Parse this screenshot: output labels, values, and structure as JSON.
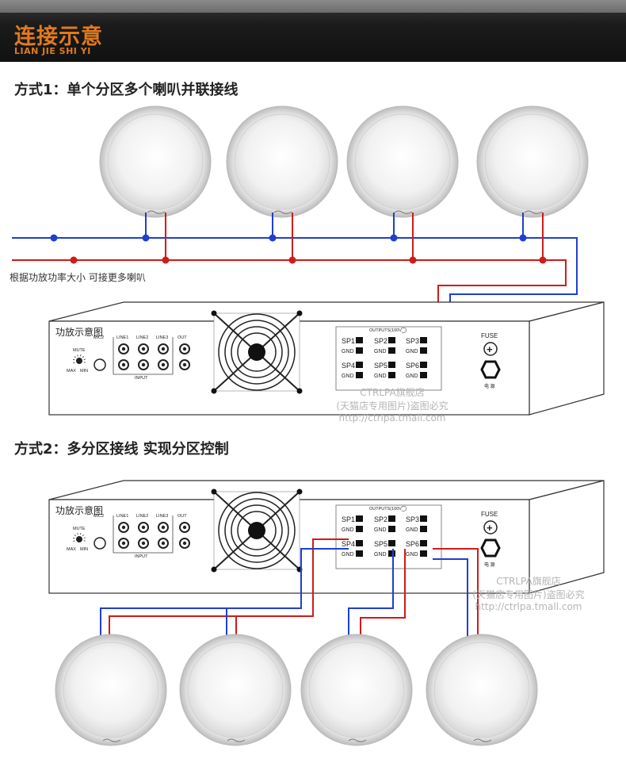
{
  "header": {
    "title_cn": "连接示意",
    "title_en": "LIAN JIE SHI YI"
  },
  "section1": {
    "heading": "方式1：单个分区多个喇叭并联接线",
    "note": "根据功放功率大小 可接更多喇叭"
  },
  "section2": {
    "heading": "方式2：多分区接线 实现分区控制"
  },
  "amp": {
    "label": "功放示意图",
    "mic": "MIC2",
    "lines": [
      "LINE1",
      "LINE2",
      "LINE3",
      "OUT"
    ],
    "input": "INPUT",
    "mute": "MUTE",
    "max": "MAX",
    "min": "MIN",
    "outputs_title": "OUTPUTS(100V⁐)",
    "sp": [
      "SP1",
      "SP2",
      "SP3",
      "SP4",
      "SP5",
      "SP6"
    ],
    "gnd": "GND",
    "fuse": "FUSE",
    "power": "电 源"
  },
  "watermark": {
    "line1": "CTRLPA旗舰店",
    "line2": "(天猫店专用图片)盗图必究",
    "line3": "http://ctrlpa.tmall.com"
  },
  "colors": {
    "accent": "#e07a1e",
    "positive_wire": "#d11a1a",
    "negative_wire": "#1f3fcf"
  }
}
